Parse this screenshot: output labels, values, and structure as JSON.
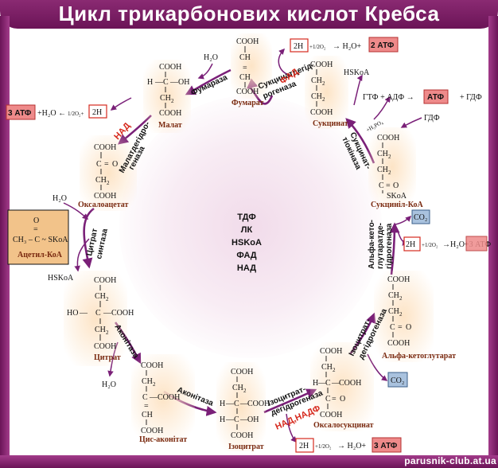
{
  "title": "Цикл трикарбонових кислот Кребса",
  "footer": "parusnik-club.at.ua",
  "cofactors": [
    "ТДФ",
    "ЛК",
    "HSKoA",
    "ФАД",
    "НАД"
  ],
  "colors": {
    "frame": "#6b1457",
    "arrow": "#7a2078",
    "red_label": "#d62a1e",
    "atp_box": "#ee8a8a",
    "co2_box": "#a9c2de",
    "acetyl_box": "#f2c38a"
  },
  "chem": {
    "COOH": "COOH",
    "CH2": "CH",
    "C": "C",
    "CH": "CH",
    "H": "H",
    "OH": "OH",
    "HO": "HO",
    "O": "O",
    "SKoA": "SKoA",
    "sub2": "2",
    "dbl": "=",
    "bond": "—"
  },
  "molecules": {
    "fumarate": "Фумарат",
    "malate": "Малат",
    "oxaloacetate": "Оксалоацетат",
    "citrate": "Цитрат",
    "cis_aconitate": "Цис-аконітат",
    "isocitrate": "Ізоцитрат",
    "oxalosuccinate": "Оксалосукцинат",
    "alpha_ketoglutarate": "Альфа-кетоглутарат",
    "succinyl_coa": "Сукциніл-КоА",
    "succinate": "Сукцинат",
    "acetyl_coa": "Ацетил-КоА",
    "acetyl_formula": "CH₃ – C ~ SKoA"
  },
  "enzymes": {
    "fumarase": "Фумараза",
    "malate_dh": "Малатдегідро-",
    "malate_dh_2": "геназа",
    "citrate_synthase": "Цитрат",
    "citrate_synthase_2": "синтаза",
    "aconitase_1": "Аконітаза",
    "aconitase_2": "Аконітаза",
    "isocitrate_dh": "Ізоцитрат-",
    "isocitrate_dh_2": "дегідрогеназа",
    "isocitrate_dh_right": "Ізоцитрат-",
    "isocitrate_dh_right_2": "дегідрогеназа",
    "akg_dh": "Альфа-кето-",
    "akg_dh_2": "глутаратде-",
    "akg_dh_3": "гідрогеназа",
    "succinate_thiokinase": "Сукцинат-",
    "succinate_thiokinase_2": "тіокіназа",
    "succinate_dh": "Сукцинатдегід-",
    "succinate_dh_2": "рогеназа"
  },
  "labels": {
    "nad": "НАД",
    "fad": "ФАД",
    "nad_nadf": "НАД,НАДФ",
    "h2o": "H₂O",
    "hskoa": "HSKoA",
    "co2": "CO₂",
    "two_h": "2H",
    "half_o2": "+1/2O₂",
    "to_water": "→ H₂O+",
    "water_plus": "+H₂O ←",
    "half_o2_plus": "1/2O₂+",
    "three_atp": "3 АТФ",
    "two_atp": "2 АТФ",
    "atp": "АТФ",
    "gtp_adp": "ГТФ + АДФ →",
    "plus_gdf": "+ ГДФ",
    "gdf": "ГДФ",
    "h3po4": "+H₃PO₄",
    "h2o_3atp": "→H₂O+3 АТФ"
  }
}
